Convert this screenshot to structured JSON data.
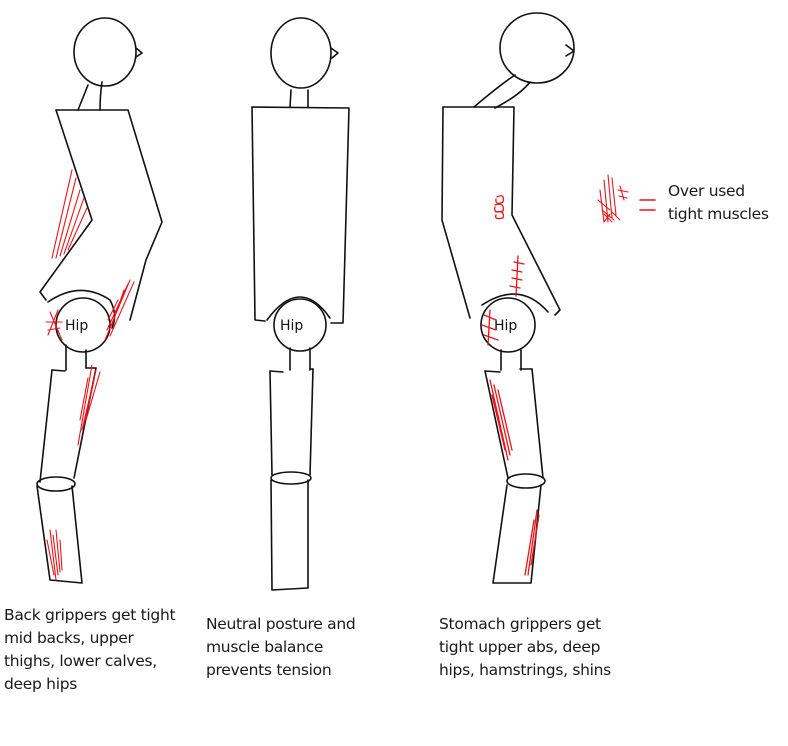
{
  "colors": {
    "outline": "#111111",
    "tension": "#e8141b",
    "background": "#ffffff"
  },
  "figures": [
    {
      "id": "back-gripper",
      "hip_label": "Hip",
      "caption": "Back grippers get tight\nmid backs, upper\nthighs, lower calves,\ndeep hips"
    },
    {
      "id": "neutral",
      "hip_label": "Hip",
      "caption": "Neutral posture and\nmuscle balance\nprevents tension"
    },
    {
      "id": "stomach-gripper",
      "hip_label": "Hip",
      "caption": "Stomach grippers get\ntight upper abs, deep\nhips, hamstrings, shins"
    }
  ],
  "legend": {
    "symbol": "=",
    "text": "Over used\ntight muscles"
  }
}
